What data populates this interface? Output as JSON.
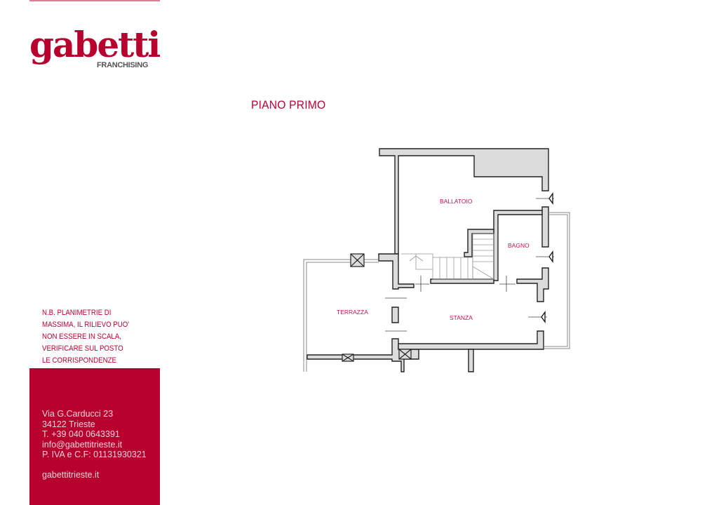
{
  "brand": {
    "logo_word": "gabetti",
    "logo_sub": "FRANCHISING",
    "color": "#b8002f"
  },
  "plan": {
    "title": "PIANO PRIMO",
    "rooms": {
      "ballatoio": "BALLATOIO",
      "bagno": "BAGNO",
      "terrazza": "TERRAZZA",
      "stanza": "STANZA"
    },
    "wall_fill": "#dcdcdc",
    "wall_stroke": "#222222"
  },
  "disclaimer": {
    "lines": [
      "N.B. PLANIMETRIE DI",
      "MASSIMA, IL RILIEVO PUO'",
      "NON ESSERE IN SCALA,",
      "VERIFICARE SUL POSTO",
      "LE CORRISPONDENZE"
    ]
  },
  "contact": {
    "address": "Via G.Carducci 23",
    "city": "34122 Trieste",
    "phone": "T. +39 040 0643391",
    "email": "info@gabettitrieste.it",
    "vat": "P. IVA e C.F: 01131930321",
    "website": "gabettitrieste.it"
  }
}
